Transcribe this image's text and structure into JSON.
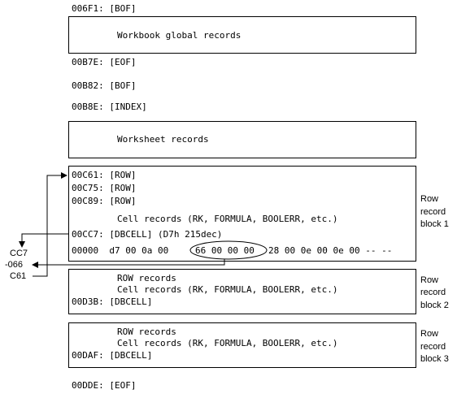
{
  "top": {
    "bof1": "006F1: [BOF]",
    "global_records": "Workbook global records",
    "eof1": "00B7E: [EOF]",
    "bof2": "00B82: [BOF]",
    "index": "00B8E: [INDEX]",
    "worksheet_records": "Worksheet records"
  },
  "block1": {
    "row1": "00C61: [ROW]",
    "row2": "00C75: [ROW]",
    "row3": "00C89: [ROW]",
    "cell_records": "Cell records (RK, FORMULA, BOOLERR, etc.)",
    "dbcell": "00CC7: [DBCELL] (D7h 215dec)",
    "hex_prefix": "00000  d7 00 0a 00",
    "hex_highlight": "66 00 00 00",
    "hex_suffix": "28 00 0e 00 0e 00 -- --",
    "label_line1": "Row",
    "label_line2": "record",
    "label_line3": "block 1"
  },
  "block2": {
    "row_records": "ROW records",
    "cell_records": "Cell records (RK, FORMULA, BOOLERR, etc.)",
    "dbcell": "00D3B: [DBCELL]",
    "label_line1": "Row",
    "label_line2": "record",
    "label_line3": "block 2"
  },
  "block3": {
    "row_records": "ROW records",
    "cell_records": "Cell records (RK, FORMULA, BOOLERR, etc.)",
    "dbcell": "00DAF: [DBCELL]",
    "label_line1": "Row",
    "label_line2": "record",
    "label_line3": "block 3"
  },
  "calc": {
    "a": "CC7",
    "b": "-066",
    "c": "C61"
  },
  "end": {
    "eof": "00DDE: [EOF]"
  }
}
